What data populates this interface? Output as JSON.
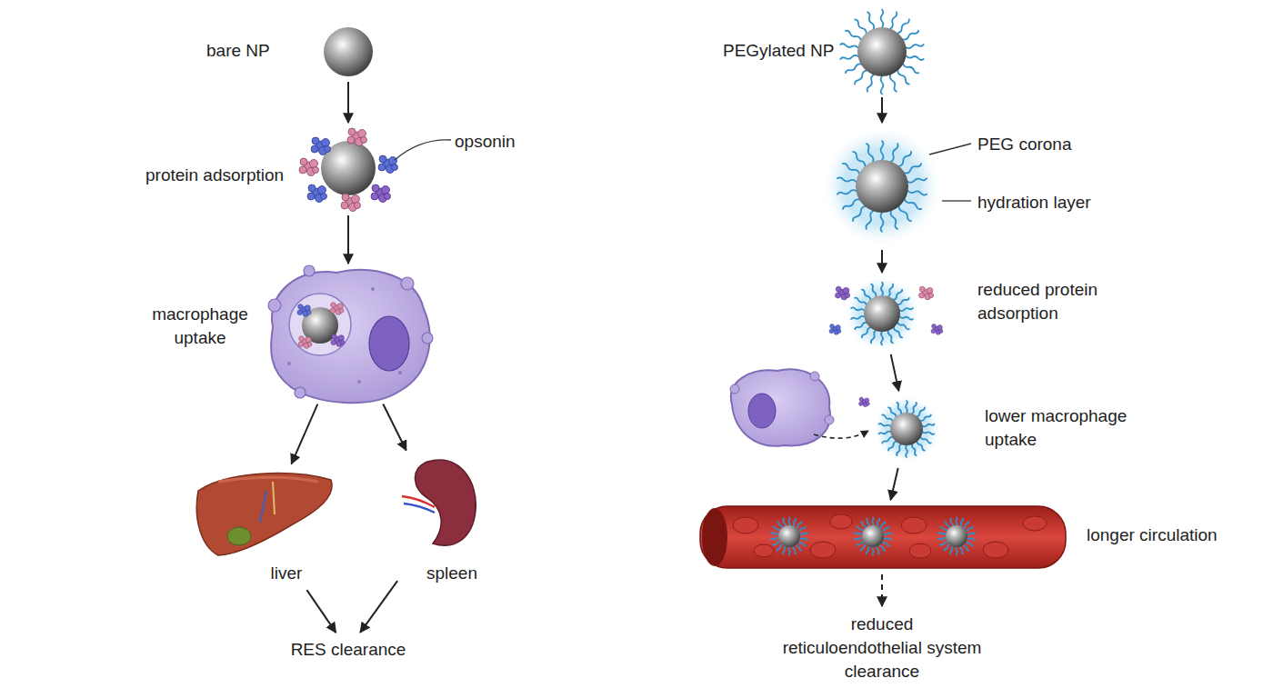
{
  "diagram": {
    "nodes": [
      {
        "text": [
          "bare NP"
        ]
      },
      {
        "text": [
          "opsonin",
          "protein adsorption"
        ]
      },
      {
        "text": [
          "macrophage uptake"
        ]
      },
      {
        "text": [
          "liver"
        ]
      },
      {
        "text": [
          "spleen"
        ]
      },
      {
        "text": [
          "RES clearance"
        ]
      },
      {
        "text": [
          "PEGylated NP"
        ]
      },
      {
        "text": [
          "PEG corona",
          "hydration layer"
        ]
      },
      {
        "text": [
          "reduced protein adsorption"
        ]
      },
      {
        "text": [
          "lower macrophage uptake"
        ]
      },
      {
        "text": [
          "longer circulation"
        ]
      },
      {
        "text": [
          "reduced reticuloendothelial system clearance"
        ]
      }
    ],
    "edges": [
      {
        "from": 0,
        "to": 1,
        "arrow": "to"
      },
      {
        "from": 1,
        "to": 2,
        "arrow": "to"
      },
      {
        "from": 2,
        "to": 3,
        "arrow": "to"
      },
      {
        "from": 2,
        "to": 4,
        "arrow": "to"
      },
      {
        "from": 3,
        "to": 5,
        "arrow": "to"
      },
      {
        "from": 4,
        "to": 5,
        "arrow": "to"
      },
      {
        "from": 6,
        "to": 7,
        "arrow": "to"
      },
      {
        "from": 7,
        "to": 8,
        "arrow": "to"
      },
      {
        "from": 8,
        "to": 9,
        "arrow": "to"
      },
      {
        "from": 9,
        "to": 10,
        "arrow": "to"
      },
      {
        "from": 10,
        "to": 11,
        "arrow": "to"
      }
    ]
  }
}
